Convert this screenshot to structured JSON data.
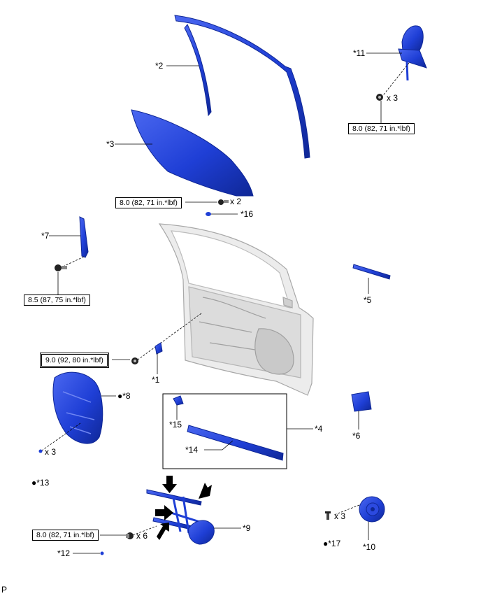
{
  "diagram": {
    "colors": {
      "part_blue": "#1f3fd6",
      "part_blue_dark": "#0f2796",
      "door_frame": "#e6e6e6",
      "arrow": "#000000"
    },
    "callouts": {
      "c1": "*1",
      "c2": "*2",
      "c3": "*3",
      "c4": "*4",
      "c5": "*5",
      "c6": "*6",
      "c7": "*7",
      "c8": "*8",
      "c9": "*9",
      "c10": "*10",
      "c11": "*11",
      "c12": "*12",
      "c13": "*13",
      "c14": "*14",
      "c15": "*15",
      "c16": "*16",
      "c17": "*17"
    },
    "quantities": {
      "q11": "x 3",
      "q3": "x 2",
      "q13": "x 3",
      "q9": "x 6",
      "q17": "x 3"
    },
    "torques": {
      "t11": "8.0 (82, 71 in.*lbf)",
      "t3": "8.0 (82, 71 in.*lbf)",
      "t7": "8.5 (87, 75 in.*lbf)",
      "t1": "9.0 (92, 80 in.*lbf)",
      "t9": "8.0 (82, 71 in.*lbf)"
    },
    "marker_dot": "●",
    "corner_code": "P"
  }
}
